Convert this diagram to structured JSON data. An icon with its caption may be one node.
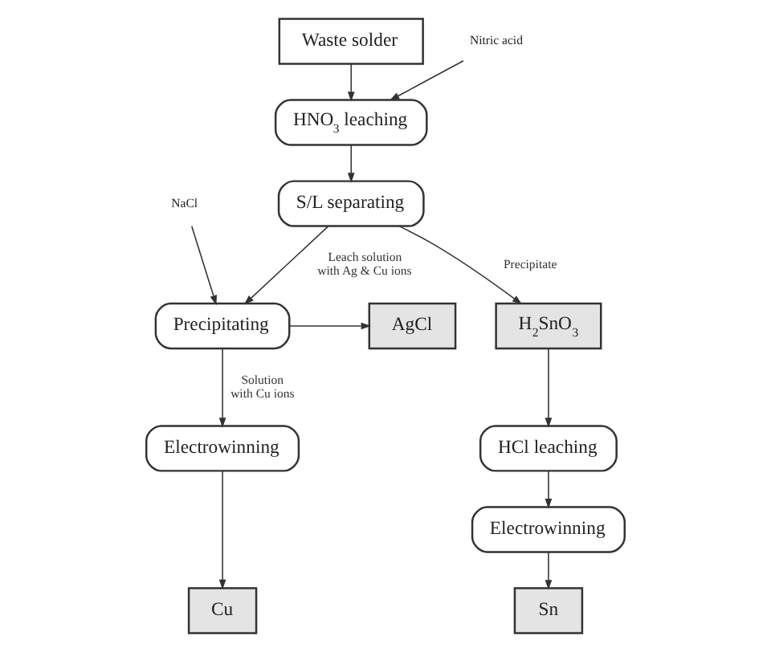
{
  "diagram": {
    "nodes": [
      {
        "text": [
          "Waste solder"
        ]
      },
      {
        "text": [
          "Nitric acid"
        ]
      },
      {
        "text": [
          "HNO$_{3}$ leaching"
        ]
      },
      {
        "text": [
          "S/L separating"
        ]
      },
      {
        "text": [
          "NaCl"
        ]
      },
      {
        "text": [
          "Precipitating"
        ]
      },
      {
        "text": [
          "AgCl"
        ]
      },
      {
        "text": [
          "H$_{2}$SnO$_{3}$"
        ]
      },
      {
        "text": [
          "HCl leaching"
        ]
      },
      {
        "text": [
          "Electrowinning"
        ]
      },
      {
        "text": [
          "Electrowinning"
        ]
      },
      {
        "text": [
          "Cu"
        ]
      },
      {
        "text": [
          "Sn"
        ]
      }
    ],
    "edges": [
      {
        "from": 0,
        "to": 2,
        "arrow": "to"
      },
      {
        "from": 1,
        "to": 2,
        "arrow": "to"
      },
      {
        "from": 2,
        "to": 3,
        "arrow": "to"
      },
      {
        "from": 3,
        "to": 5,
        "arrow": "to",
        "label": "Leach solution with Ag & Cu ions"
      },
      {
        "from": 3,
        "to": 7,
        "arrow": "to",
        "label": "Precipitate"
      },
      {
        "from": 4,
        "to": 5,
        "arrow": "to"
      },
      {
        "from": 5,
        "to": 6,
        "arrow": "to"
      },
      {
        "from": 5,
        "to": 9,
        "arrow": "to",
        "label": "Solution with Cu ions"
      },
      {
        "from": 7,
        "to": 8,
        "arrow": "to"
      },
      {
        "from": 8,
        "to": 10,
        "arrow": "to"
      },
      {
        "from": 9,
        "to": 11,
        "arrow": "to"
      },
      {
        "from": 10,
        "to": 12,
        "arrow": "to"
      }
    ]
  }
}
